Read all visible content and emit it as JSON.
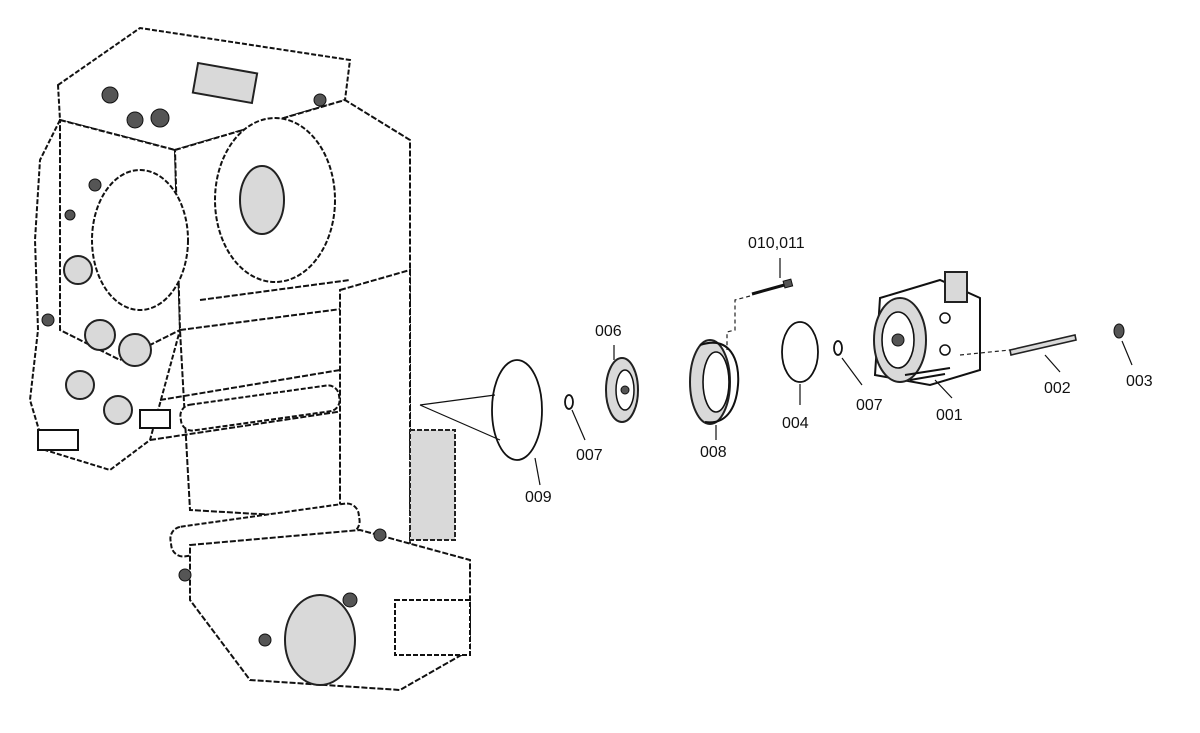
{
  "diagram": {
    "type": "exploded-parts-view",
    "colors": {
      "ink": "#111111",
      "background": "#ffffff",
      "shade": "#d9d9d9"
    },
    "callouts": [
      {
        "id": "001",
        "label": "001"
      },
      {
        "id": "002",
        "label": "002"
      },
      {
        "id": "003",
        "label": "003"
      },
      {
        "id": "004",
        "label": "004"
      },
      {
        "id": "006",
        "label": "006"
      },
      {
        "id": "007a",
        "label": "007"
      },
      {
        "id": "007b",
        "label": "007"
      },
      {
        "id": "008",
        "label": "008"
      },
      {
        "id": "009",
        "label": "009"
      },
      {
        "id": "010",
        "label": "010,011"
      }
    ]
  }
}
